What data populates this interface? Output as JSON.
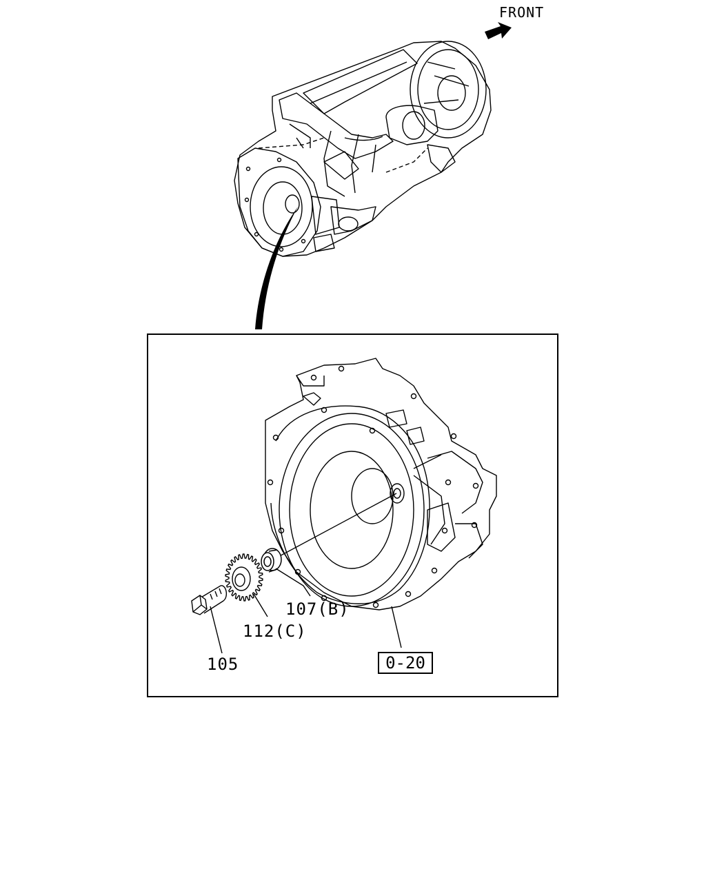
{
  "direction": {
    "label": "FRONT"
  },
  "callouts": [
    {
      "id": "bolt",
      "text": "105"
    },
    {
      "id": "idler-gear",
      "text": "112(C)"
    },
    {
      "id": "bushing",
      "text": "107(B)"
    },
    {
      "id": "housing-ref",
      "text": "0-20"
    }
  ]
}
